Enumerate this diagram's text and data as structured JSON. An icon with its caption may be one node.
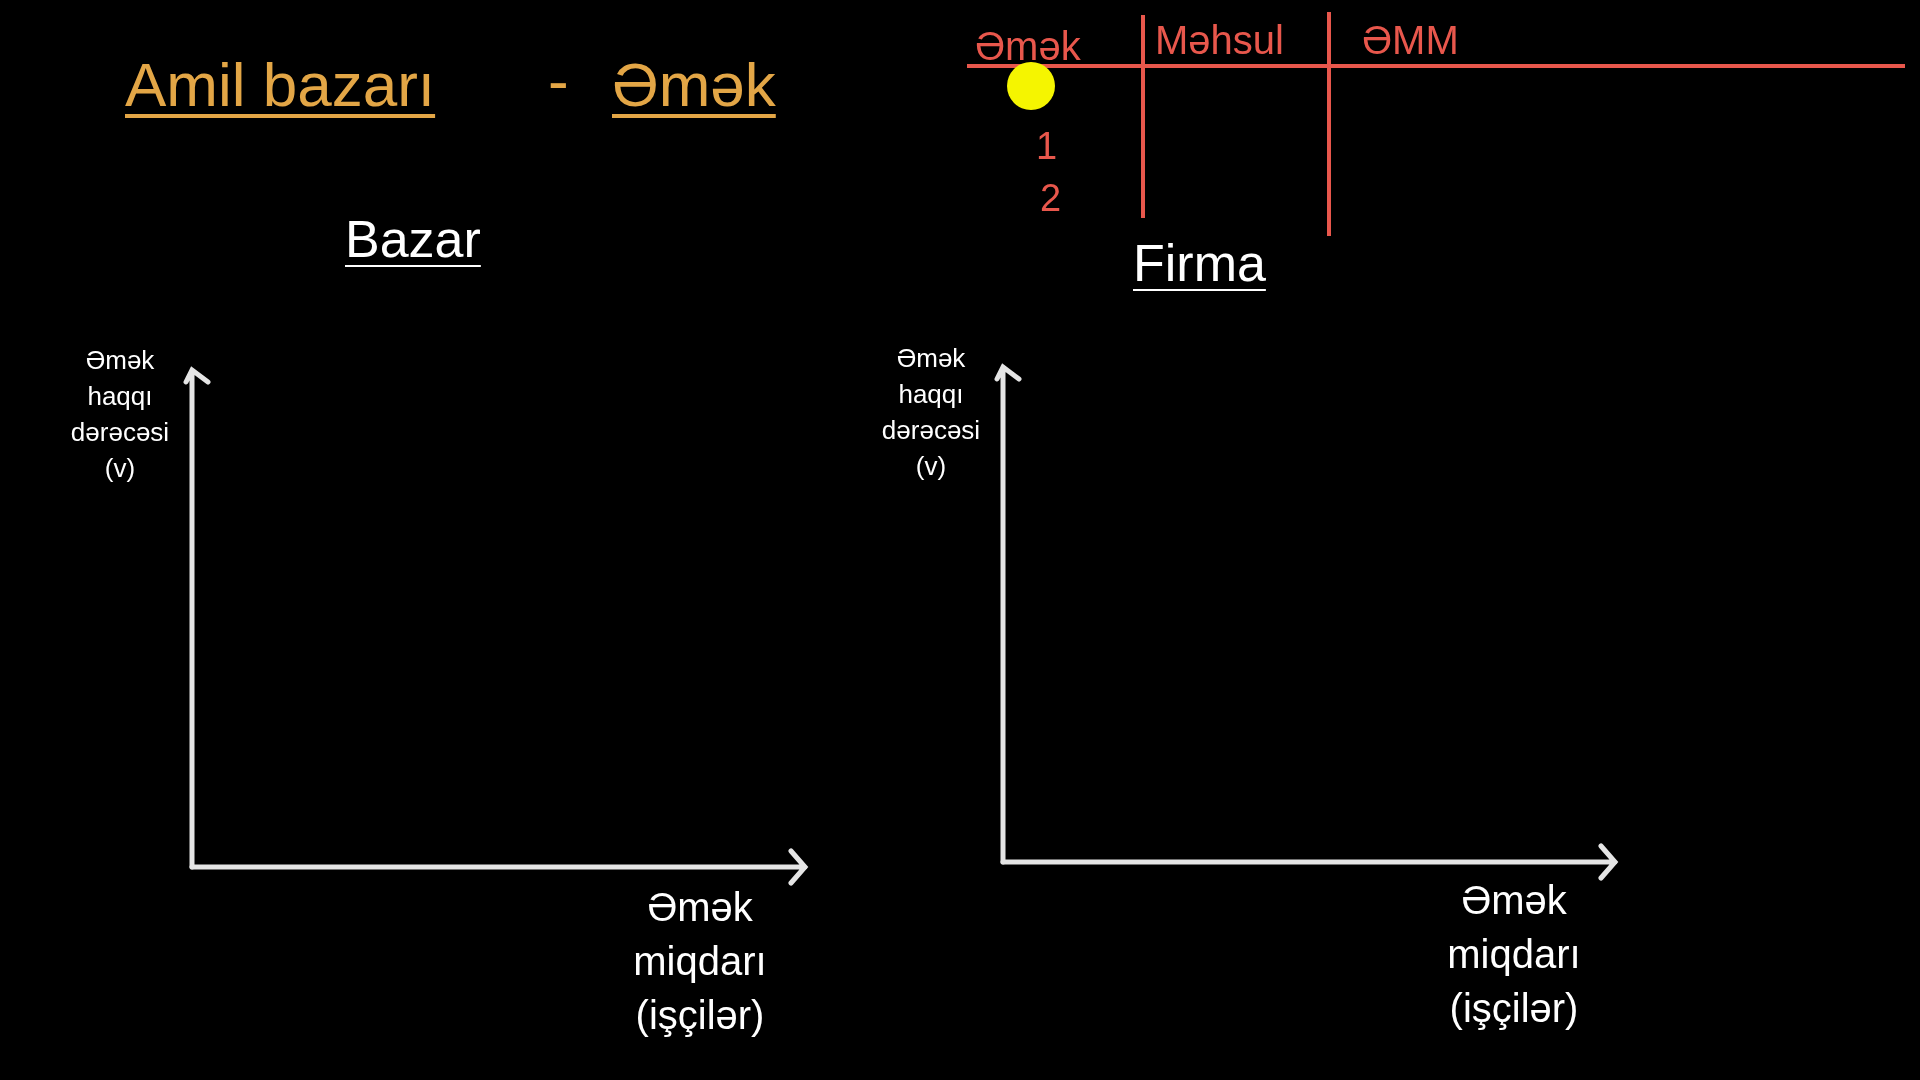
{
  "diagram": {
    "labels": [
      "Amil bazarı",
      "-",
      "Əmək",
      "Əmək",
      "Məhsul",
      "ƏMM",
      "1",
      "2",
      "Bazar",
      "Firma",
      "Əmək haqqı dərəcəsi (v)",
      "Əmək haqqı dərəcəsi (v)",
      "Əmək miqdarı (işçilər)",
      "Əmək miqdarı (işçilər)"
    ]
  }
}
